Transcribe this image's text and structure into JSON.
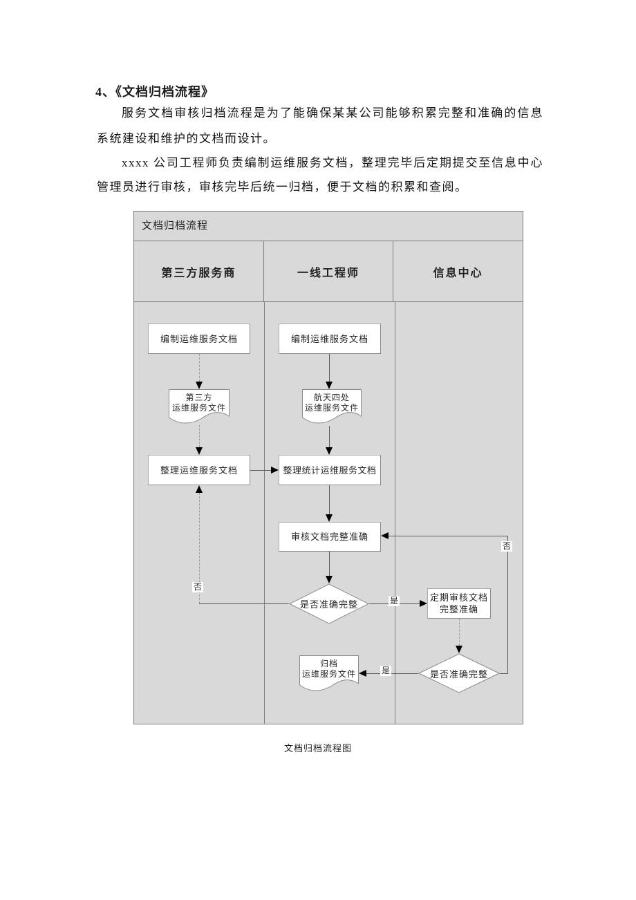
{
  "document": {
    "heading": "4、《文档归档流程》",
    "para1_line1": "服务文档审核归档流程是为了能确保某某公司能够积累完整和准确的信息",
    "para1_line2": "系统建设和维护的文档而设计。",
    "para2_line1": "xxxx 公司工程师负责编制运维服务文档，整理完毕后定期提交至信息中心",
    "para2_line2": "管理员进行审核，审核完毕后统一归档，便于文档的积累和查阅。",
    "caption": "文档归档流程图"
  },
  "chart": {
    "title": "文档归档流程",
    "lanes": {
      "lane1": "第三方服务商",
      "lane2": "一线工程师",
      "lane3": "信息中心"
    },
    "nodes": {
      "vendor_compile": "编制运维服务文档",
      "vendor_file_line1": "第三方",
      "vendor_file_line2": "运维服务文件",
      "vendor_organize": "整理运维服务文档",
      "engineer_compile": "编制运维服务文档",
      "dept_file_line1": "航天四处",
      "dept_file_line2": "运维服务文件",
      "engineer_organize": "整理统计运维服务文档",
      "review": "审核文档完整准确",
      "decision1": "是否准确完整",
      "periodic_review_line1": "定期审核文档",
      "periodic_review_line2": "完整准确",
      "decision2": "是否准确完整",
      "archive_file_line1": "归档",
      "archive_file_line2": "运维服务文件"
    },
    "labels": {
      "no1": "否",
      "yes1": "是",
      "yes2": "是",
      "no2": "否"
    },
    "colors": {
      "lane_bg": "#d9d9d9",
      "grid_border": "#7f7f7f",
      "node_fill": "#ffffff",
      "connector": "#5c5c5c",
      "arrowhead": "#000000"
    }
  }
}
